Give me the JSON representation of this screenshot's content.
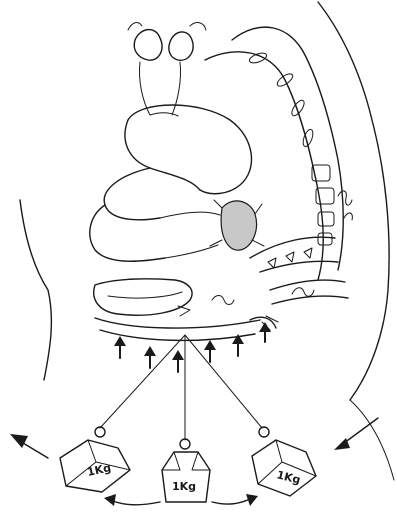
{
  "figure": {
    "weights": [
      {
        "label": "1Kg"
      },
      {
        "label": "1Kg"
      },
      {
        "label": "1Kg"
      }
    ],
    "colors": {
      "ink": "#1a1a1a",
      "stipple": "#9a9a9a",
      "paper": "#ffffff"
    }
  }
}
